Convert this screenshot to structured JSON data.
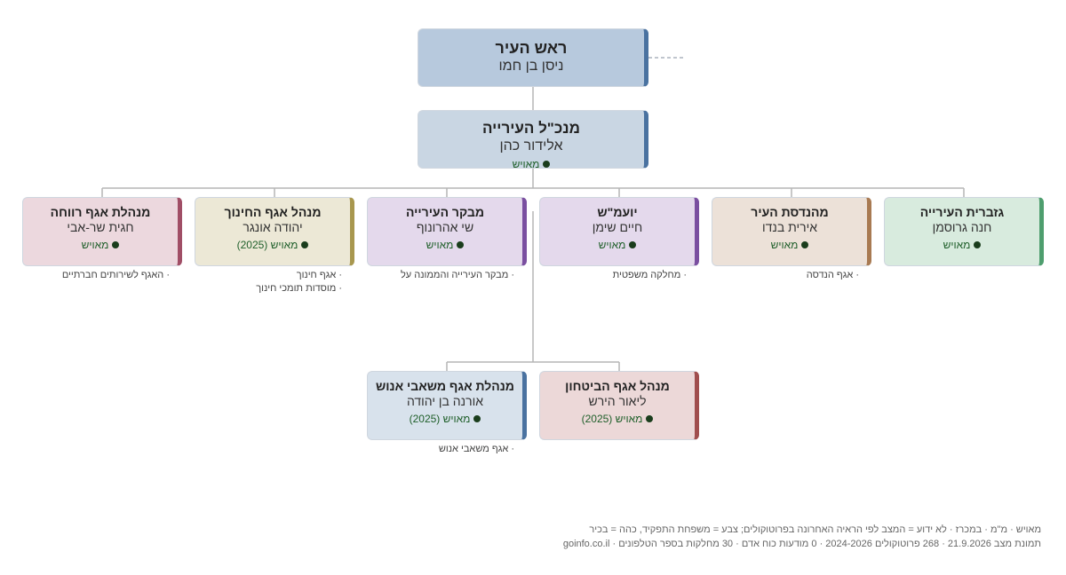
{
  "top": {
    "role": "ראש העיר",
    "name": "ניסן בן חמו",
    "color": "#b7c9dd",
    "accent": "#4a72a0"
  },
  "ceo": {
    "role": "מנכ\"ל העירייה",
    "name": "אלידור כהן",
    "status": "מאויש",
    "color": "#c9d6e3",
    "accent": "#4a72a0"
  },
  "level2": [
    {
      "role": "גזברית העירייה",
      "name": "חנה גרוסמן",
      "status": "מאויש",
      "color": "#d8ebde",
      "accent": "#4e9e6e",
      "units": []
    },
    {
      "role": "מהנדסת העיר",
      "name": "אירית בנדו",
      "status": "מאויש",
      "color": "#ece1d8",
      "accent": "#a87a52",
      "units": [
        "· אגף הנדסה"
      ]
    },
    {
      "role": "יועמ\"ש",
      "name": "חיים שימן",
      "status": "מאויש",
      "color": "#e4d9ec",
      "accent": "#7a4fa0",
      "units": [
        "· מחלקה משפטית"
      ]
    },
    {
      "role": "מבקר העירייה",
      "name": "שי אהרונוף",
      "status": "מאויש",
      "color": "#e4d9ec",
      "accent": "#7a4fa0",
      "units": [
        "· מבקר העירייה והממונה על"
      ]
    },
    {
      "role": "מנהל אגף החינוך",
      "name": "יהודה אונגר",
      "status": "מאויש (2025)",
      "color": "#ece8d6",
      "accent": "#a8974e",
      "units": [
        "· אגף חינוך",
        "· מוסדות תומכי חינוך"
      ]
    },
    {
      "role": "מנהלת אגף רווחה",
      "name": "חגית שר-אבי",
      "status": "מאויש",
      "color": "#ecd8de",
      "accent": "#a04e66",
      "units": [
        "· האגף לשירותים חברתיים"
      ]
    }
  ],
  "level3": [
    {
      "role": "מנהל אגף הביטחון",
      "name": "ליאור הירש",
      "status": "מאויש (2025)",
      "color": "#ecd8d8",
      "accent": "#a04e4e",
      "units": []
    },
    {
      "role": "מנהלת אגף משאבי אנוש",
      "name": "אורנה בן יהודה",
      "status": "מאויש (2025)",
      "color": "#d8e2ec",
      "accent": "#4a72a0",
      "units": [
        "· אגף משאבי אנוש"
      ]
    }
  ],
  "legend": {
    "line1": "מאויש · מ\"מ · במכרז · לא ידוע = המצב לפי הראיה האחרונה בפרוטוקולים; צבע = משפחת התפקיד, כהה = בכיר",
    "line2": "תמונת מצב 21.9.2026 · 268 פרוטוקולים 2024-2026 · 0 מודעות כוח אדם · 30 מחלקות בספר הטלפונים · goinfo.co.il"
  }
}
